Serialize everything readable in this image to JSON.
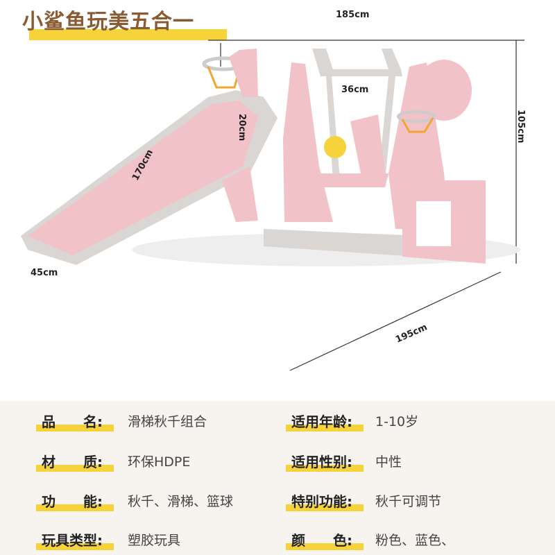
{
  "title": "小鲨鱼玩美五合一",
  "dimensions": {
    "width_top": "185cm",
    "height_right": "105cm",
    "swing_width": "36cm",
    "step_height": "20cm",
    "slide_length": "170cm",
    "slide_width": "45cm",
    "depth_bottom": "195cm"
  },
  "colors": {
    "accent_yellow": "#f6d33a",
    "title_brown": "#8a5a32",
    "toy_pink": "#f1c2c8",
    "toy_gray": "#d9d6d4"
  },
  "specs": [
    {
      "label": "品　　名:",
      "value": "滑梯秋千组合"
    },
    {
      "label": "适用年龄:",
      "value": "1-10岁"
    },
    {
      "label": "材　　质:",
      "value": "环保HDPE"
    },
    {
      "label": "适用性别:",
      "value": "中性"
    },
    {
      "label": "功　　能:",
      "value": "秋千、滑梯、篮球"
    },
    {
      "label": "特别功能:",
      "value": "秋千可调节"
    },
    {
      "label": "玩具类型:",
      "value": "塑胶玩具"
    },
    {
      "label": "颜　　色:",
      "value": "粉色、蓝色、"
    }
  ]
}
